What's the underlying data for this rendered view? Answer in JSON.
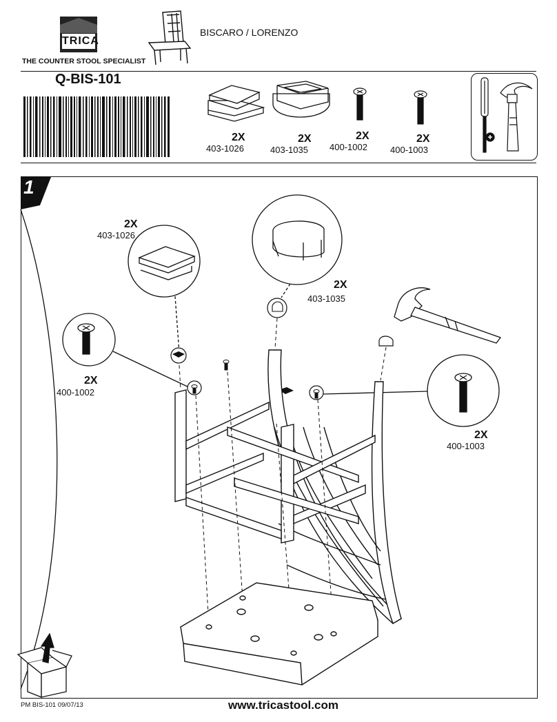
{
  "header": {
    "logo_text": "TRICA",
    "tagline": "THE COUNTER STOOL SPECIALIST",
    "series": "BISCARO / LORENZO",
    "model": "Q-BIS-101"
  },
  "parts": [
    {
      "qty": "2X",
      "code": "403-1026"
    },
    {
      "qty": "2X",
      "code": "403-1035"
    },
    {
      "qty": "2X",
      "code": "400-1002"
    },
    {
      "qty": "2X",
      "code": "400-1003"
    }
  ],
  "tools": [
    "screwdriver-icon",
    "hammer-icon"
  ],
  "step": {
    "number": "1",
    "callouts": [
      {
        "qty": "2X",
        "code": "403-1026"
      },
      {
        "qty": "2X",
        "code": "403-1035"
      },
      {
        "qty": "2X",
        "code": "400-1002"
      },
      {
        "qty": "2X",
        "code": "400-1003"
      }
    ]
  },
  "footer": {
    "code": "PM BIS-101 09/07/13",
    "url": "www.tricastool.com"
  }
}
